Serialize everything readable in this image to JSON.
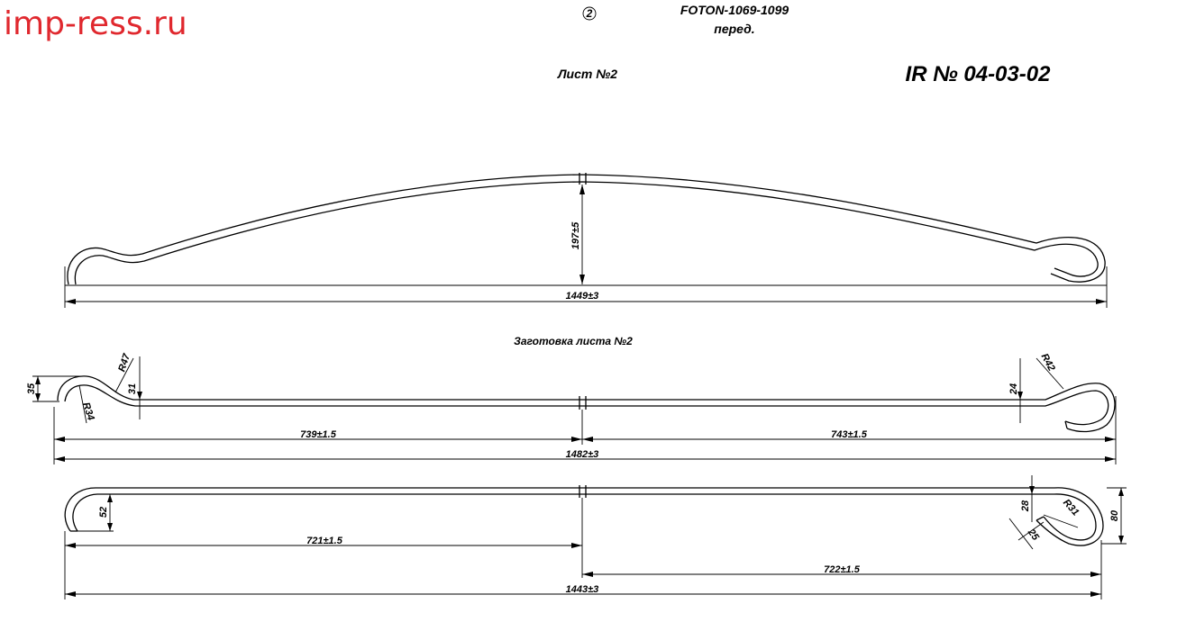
{
  "header": {
    "site": "imp-ress.ru",
    "circle_number": "2",
    "model": "FOTON-1069-1099",
    "position": "перед.",
    "sheet": "Лист №2",
    "doc_number": "IR № 04-03-02"
  },
  "view1": {
    "height": "197±5",
    "length": "1449±3"
  },
  "view2": {
    "title": "Заготовка листа №2",
    "r_left_outer": "R47",
    "r_left_inner": "R34",
    "left_offset": "35",
    "left_offset_small": "31",
    "r_right": "R42",
    "right_offset": "24",
    "left_length": "739±1.5",
    "right_length": "743±1.5",
    "total_length": "1482±3"
  },
  "view3": {
    "left_eye": "52",
    "right_offset": "28",
    "r_right": "R31",
    "right_small": "25",
    "right_height": "80",
    "left_length": "721±1.5",
    "right_length": "722±1.5",
    "total_length": "1443±3"
  }
}
